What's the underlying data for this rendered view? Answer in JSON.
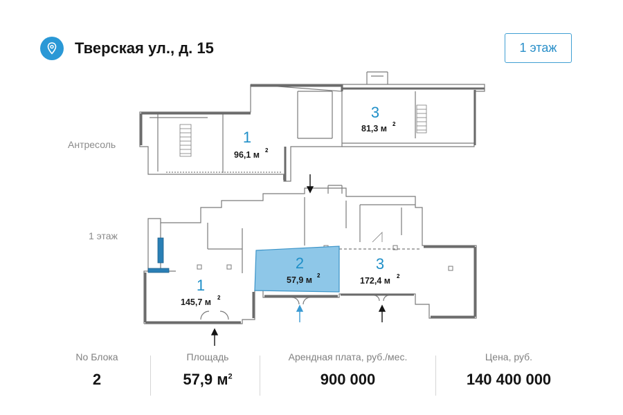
{
  "header": {
    "address": "Тверская ул., д. 15",
    "floor_button": "1 этаж",
    "pin_icon": "location-pin-icon",
    "accent_color": "#2a98d6"
  },
  "plan": {
    "mezzanine_label": "Антресоль",
    "floor_label": "1 этаж",
    "highlight_color": "#8ec7e8",
    "blocks": [
      {
        "number": "1",
        "area": "96,1 м",
        "level": "Антресоль"
      },
      {
        "number": "3",
        "area": "81,3 м",
        "level": "Антресоль"
      },
      {
        "number": "1",
        "area": "145,7 м",
        "level": "1 этаж"
      },
      {
        "number": "2",
        "area": "57,9 м",
        "level": "1 этаж",
        "selected": true
      },
      {
        "number": "3",
        "area": "172,4 м",
        "level": "1 этаж"
      }
    ],
    "area_unit_superscript": "2"
  },
  "stats": {
    "block": {
      "label": "No Блока",
      "value": "2"
    },
    "area": {
      "label": "Площадь",
      "value": "57,9 м",
      "sup": "2"
    },
    "rent": {
      "label": "Арендная плата, руб./мес.",
      "value": "900 000"
    },
    "price": {
      "label": "Цена, руб.",
      "value": "140 400 000"
    }
  }
}
